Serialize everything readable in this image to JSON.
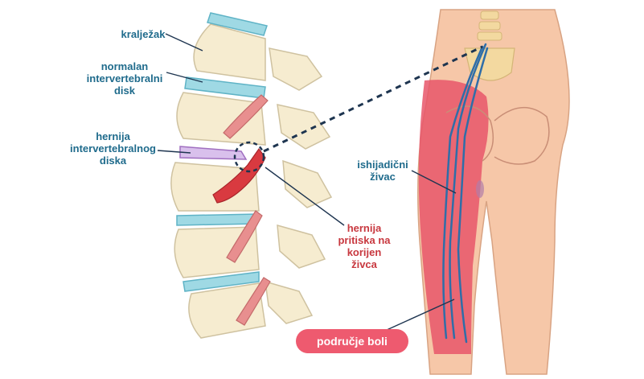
{
  "labels": {
    "vertebra": "kralježak",
    "normal_disc": [
      "normalan",
      "intervertebralni",
      "disk"
    ],
    "herniated_disc": [
      "hernija",
      "intervertebralnog",
      "diska"
    ],
    "sciatic_nerve": [
      "ishijadični",
      "živac"
    ],
    "herniation_pressure": [
      "hernija",
      "pritiska na",
      "korijen",
      "živca"
    ],
    "pain_area": "područje boli"
  },
  "colors": {
    "label_blue": "#1f6b8c",
    "label_red": "#c8383f",
    "bone": "#f6ecd0",
    "disc": "#9fd9e4",
    "nerve_root": "#e88f8f",
    "skin": "#f6c7a8",
    "pain_zone": "#e8566a",
    "pill": "#ee5a6f",
    "sciatic_nerve": "#2f6ea8"
  }
}
